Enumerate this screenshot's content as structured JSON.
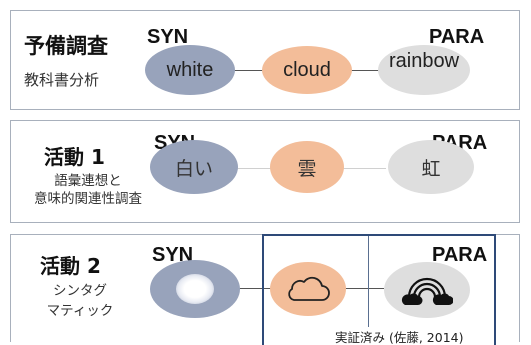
{
  "rows": [
    {
      "title": "予備調査",
      "subtitle_lines": [
        "教科書分析"
      ],
      "syn_label": "SYN",
      "para_label": "PARA",
      "nodes": [
        "white",
        "cloud",
        "rainbow"
      ]
    },
    {
      "title": "活動 1",
      "subtitle_lines": [
        "語彙連想と",
        "意味的関連性調査"
      ],
      "syn_label": "SYN",
      "para_label": "PARA",
      "nodes": [
        "白い",
        "雲",
        "虹"
      ]
    },
    {
      "title": "活動 2",
      "subtitle_lines": [
        "シンタグ",
        "マティック"
      ],
      "syn_label": "SYN",
      "para_label": "PARA",
      "nodes": [
        {
          "icon": "white-blur-image-icon"
        },
        {
          "icon": "cloud-icon"
        },
        {
          "icon": "rainbow-cloud-icon"
        }
      ]
    }
  ],
  "verified_note": "実証済み (佐藤, 2014)",
  "colors": {
    "syn_node": "#98a3bb",
    "middle_node": "#f3bd99",
    "para_node": "#dedede",
    "highlight_frame": "#2e4a78"
  }
}
